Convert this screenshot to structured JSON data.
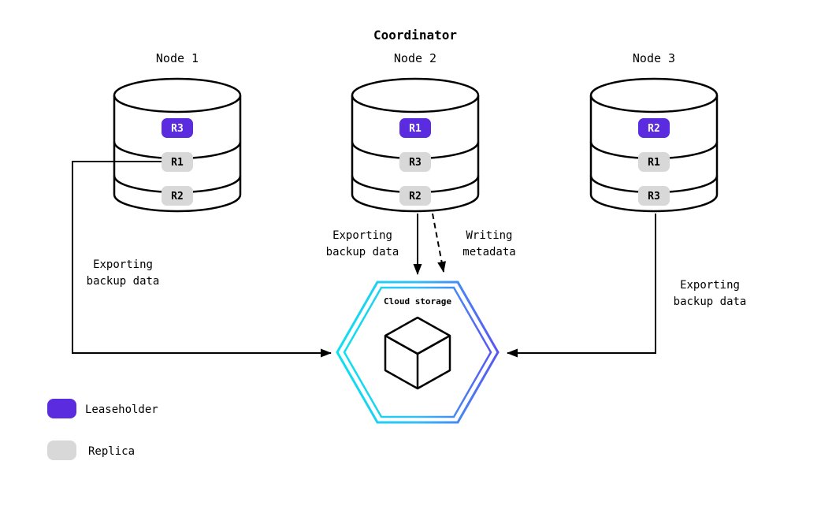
{
  "title": "Coordinator",
  "nodes": [
    {
      "label": "Node 1",
      "replicas": [
        {
          "label": "R3",
          "type": "leaseholder"
        },
        {
          "label": "R1",
          "type": "replica"
        },
        {
          "label": "R2",
          "type": "replica"
        }
      ]
    },
    {
      "label": "Node 2",
      "replicas": [
        {
          "label": "R1",
          "type": "leaseholder"
        },
        {
          "label": "R3",
          "type": "replica"
        },
        {
          "label": "R2",
          "type": "replica"
        }
      ]
    },
    {
      "label": "Node 3",
      "replicas": [
        {
          "label": "R2",
          "type": "leaseholder"
        },
        {
          "label": "R1",
          "type": "replica"
        },
        {
          "label": "R3",
          "type": "replica"
        }
      ]
    }
  ],
  "edges": {
    "node1_export": {
      "line1": "Exporting",
      "line2": "backup data"
    },
    "node2_export": {
      "line1": "Exporting",
      "line2": "backup data"
    },
    "node2_metadata": {
      "line1": "Writing",
      "line2": "metadata"
    },
    "node3_export": {
      "line1": "Exporting",
      "line2": "backup data"
    }
  },
  "cloud": {
    "label": "Cloud storage"
  },
  "legend": [
    {
      "swatch": "leaseholder",
      "label": "Leaseholder"
    },
    {
      "swatch": "replica",
      "label": "Replica"
    }
  ],
  "colors": {
    "leaseholder": "#5b2be0",
    "replica": "#d8d8d8",
    "stroke": "#000000",
    "hexagon_gradient_start": "#0be1ee",
    "hexagon_gradient_end": "#5a55f0"
  }
}
